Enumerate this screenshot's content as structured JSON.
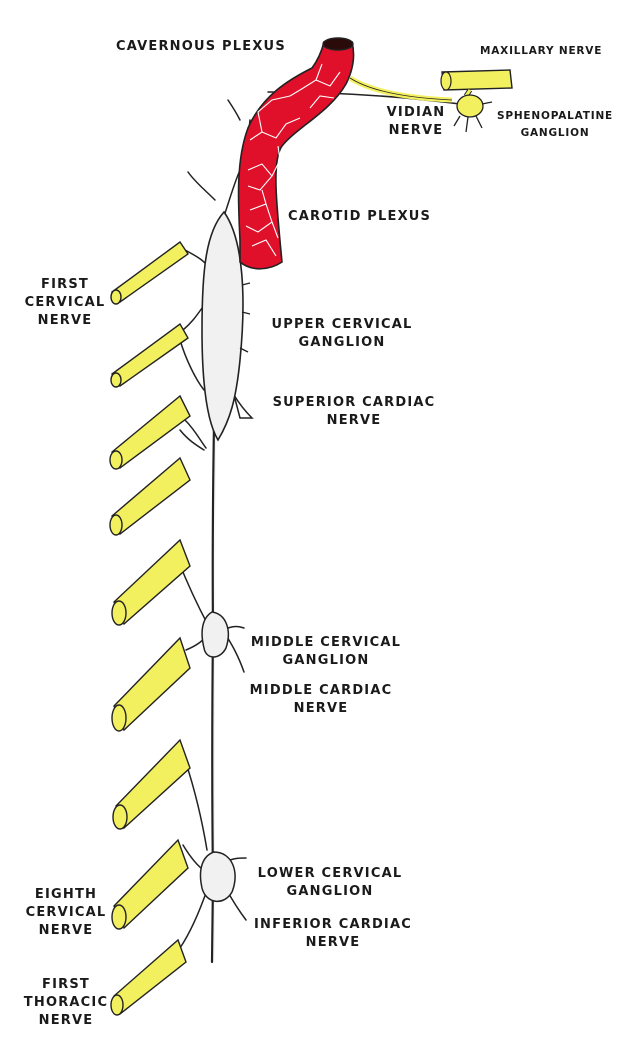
{
  "colors": {
    "artery": "#e0102a",
    "artery_lines": "#ffffff",
    "nerve_yellow": "#f3f060",
    "outline": "#222222",
    "ganglion": "#f1f1f1"
  },
  "labels": {
    "cavernous_plexus": "CAVERNOUS PLEXUS",
    "maxillary_nerve": "MAXILLARY NERVE",
    "vidian_nerve": [
      "VIDIAN",
      "NERVE"
    ],
    "sphenopalatine_ganglion": [
      "SPHENOPALATINE",
      "GANGLION"
    ],
    "carotid_plexus": "CAROTID PLEXUS",
    "first_cervical_nerve": [
      "FIRST",
      "CERVICAL",
      "NERVE"
    ],
    "upper_cervical_ganglion": [
      "UPPER CERVICAL",
      "GANGLION"
    ],
    "superior_cardiac_nerve": [
      "SUPERIOR CARDIAC",
      "NERVE"
    ],
    "middle_cervical_ganglion": [
      "MIDDLE CERVICAL",
      "GANGLION"
    ],
    "middle_cardiac_nerve": [
      "MIDDLE CARDIAC",
      "NERVE"
    ],
    "lower_cervical_ganglion": [
      "LOWER CERVICAL",
      "GANGLION"
    ],
    "inferior_cardiac_nerve": [
      "INFERIOR CARDIAC",
      "NERVE"
    ],
    "eighth_cervical_nerve": [
      "EIGHTH",
      "CERVICAL",
      "NERVE"
    ],
    "first_thoracic_nerve": [
      "FIRST",
      "THORACIC",
      "NERVE"
    ]
  }
}
